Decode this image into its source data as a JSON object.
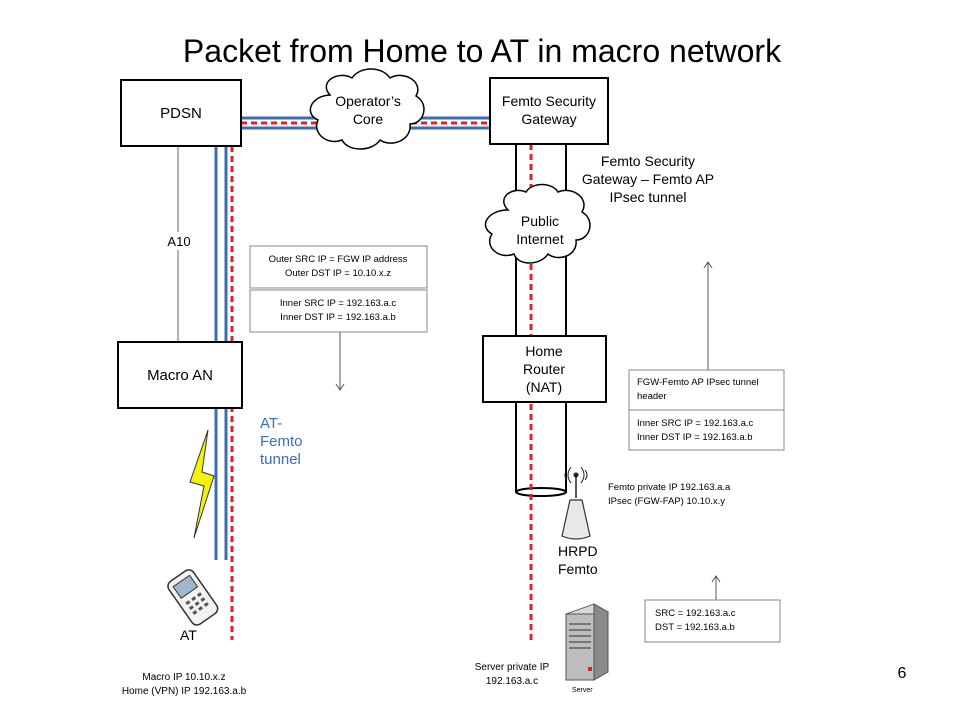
{
  "title": "Packet from Home to AT in macro network",
  "page_number": "6",
  "nodes": {
    "pdsn": "PDSN",
    "femto_gw": [
      "Femto Security",
      "Gateway"
    ],
    "operators_core": [
      "Operator’s",
      "Core"
    ],
    "public_internet": [
      "Public",
      "Internet"
    ],
    "macro_an": "Macro AN",
    "home_router": [
      "Home",
      "Router",
      "(NAT)"
    ],
    "hrpd_femto": [
      "HRPD",
      "Femto"
    ],
    "at": "AT",
    "server_icon_label": "Server"
  },
  "labels": {
    "a10": "A10",
    "ipsec_tunnel": [
      "Femto Security",
      "Gateway – Femto AP",
      "IPsec tunnel"
    ],
    "at_femto_tunnel": [
      "AT-",
      "Femto",
      "tunnel"
    ],
    "femto_ip": [
      "Femto private IP 192.163.a.a",
      "IPsec (FGW-FAP) 10.10.x.y"
    ],
    "server_ip": [
      "Server private IP",
      "192.163.a.c"
    ],
    "macro_ip": [
      "Macro IP 10.10.x.z",
      "Home (VPN) IP 192.163.a.b"
    ]
  },
  "packets": {
    "tunnel_outer": [
      "Outer SRC IP = FGW IP address",
      "Outer DST IP  = 10.10.x.z"
    ],
    "tunnel_inner": [
      "Inner SRC IP = 192.163.a.c",
      "Inner DST IP  = 192.163.a.b"
    ],
    "ipsec_header": [
      "FGW-Femto AP IPsec tunnel",
      "header"
    ],
    "ipsec_inner": [
      "Inner SRC IP = 192.163.a.c",
      "Inner DST IP  = 192.163.a.b"
    ],
    "server_packet": [
      "SRC = 192.163.a.c",
      "DST = 192.163.a.b"
    ]
  },
  "colors": {
    "tunnel_blue": "#3a6fb3",
    "ipsec_red": "#e0202a",
    "lightning": "#f2f20a"
  }
}
